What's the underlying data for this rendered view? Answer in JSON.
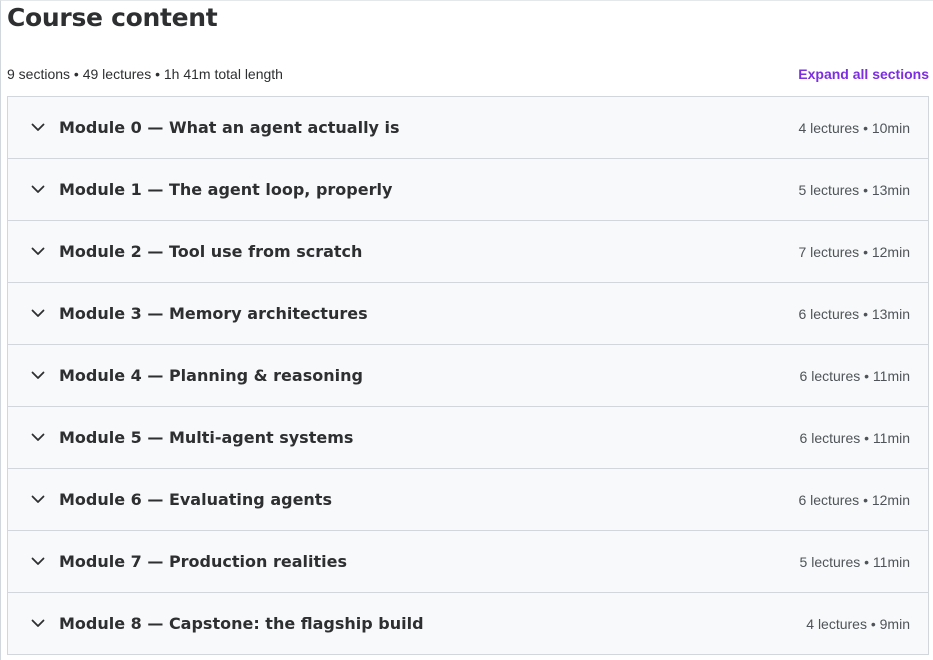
{
  "header": {
    "title": "Course content",
    "summary": "9 sections • 49 lectures • 1h 41m total length",
    "expand_all_label": "Expand all sections"
  },
  "sections": [
    {
      "title": "Module 0 — What an agent actually is",
      "meta": "4 lectures • 10min"
    },
    {
      "title": "Module 1 — The agent loop, properly",
      "meta": "5 lectures • 13min"
    },
    {
      "title": "Module 2 — Tool use from scratch",
      "meta": "7 lectures • 12min"
    },
    {
      "title": "Module 3 — Memory architectures",
      "meta": "6 lectures • 13min"
    },
    {
      "title": "Module 4 — Planning & reasoning",
      "meta": "6 lectures • 11min"
    },
    {
      "title": "Module 5 — Multi-agent systems",
      "meta": "6 lectures • 11min"
    },
    {
      "title": "Module 6 — Evaluating agents",
      "meta": "6 lectures • 12min"
    },
    {
      "title": "Module 7 — Production realities",
      "meta": "5 lectures • 11min"
    },
    {
      "title": "Module 8 — Capstone: the flagship build",
      "meta": "4 lectures • 9min"
    }
  ],
  "icons": {
    "section_toggle": "chevron-down-icon"
  },
  "colors": {
    "accent": "#7c2ee0",
    "text": "#2d2f31",
    "muted": "#505458",
    "section_bg": "#f7f9fa",
    "border": "#d1d7dc"
  }
}
